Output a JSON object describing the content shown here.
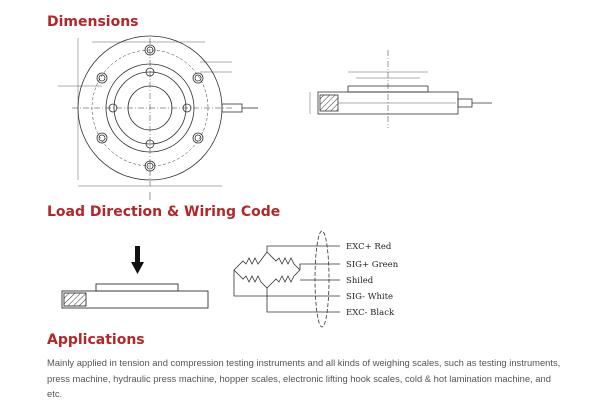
{
  "sections": {
    "dimensions": {
      "heading": "Dimensions"
    },
    "load_wiring": {
      "heading": "Load Direction & Wiring Code"
    },
    "applications": {
      "heading": "Applications",
      "text": "Mainly applied in tension and compression testing instruments and all kinds of weighing scales, such as testing instruments, press machine, hydraulic press machine, hopper scales, electronic lifting hook scales, cold & hot lamination machine, and etc."
    }
  },
  "wiring": [
    {
      "label": "EXC+ Red",
      "color": "#d33"
    },
    {
      "label": "SIG+ Green",
      "color": "#2a2"
    },
    {
      "label": "Shiled",
      "color": "#888"
    },
    {
      "label": "SIG- White",
      "color": "#eee"
    },
    {
      "label": "EXC- Black",
      "color": "#111"
    }
  ]
}
